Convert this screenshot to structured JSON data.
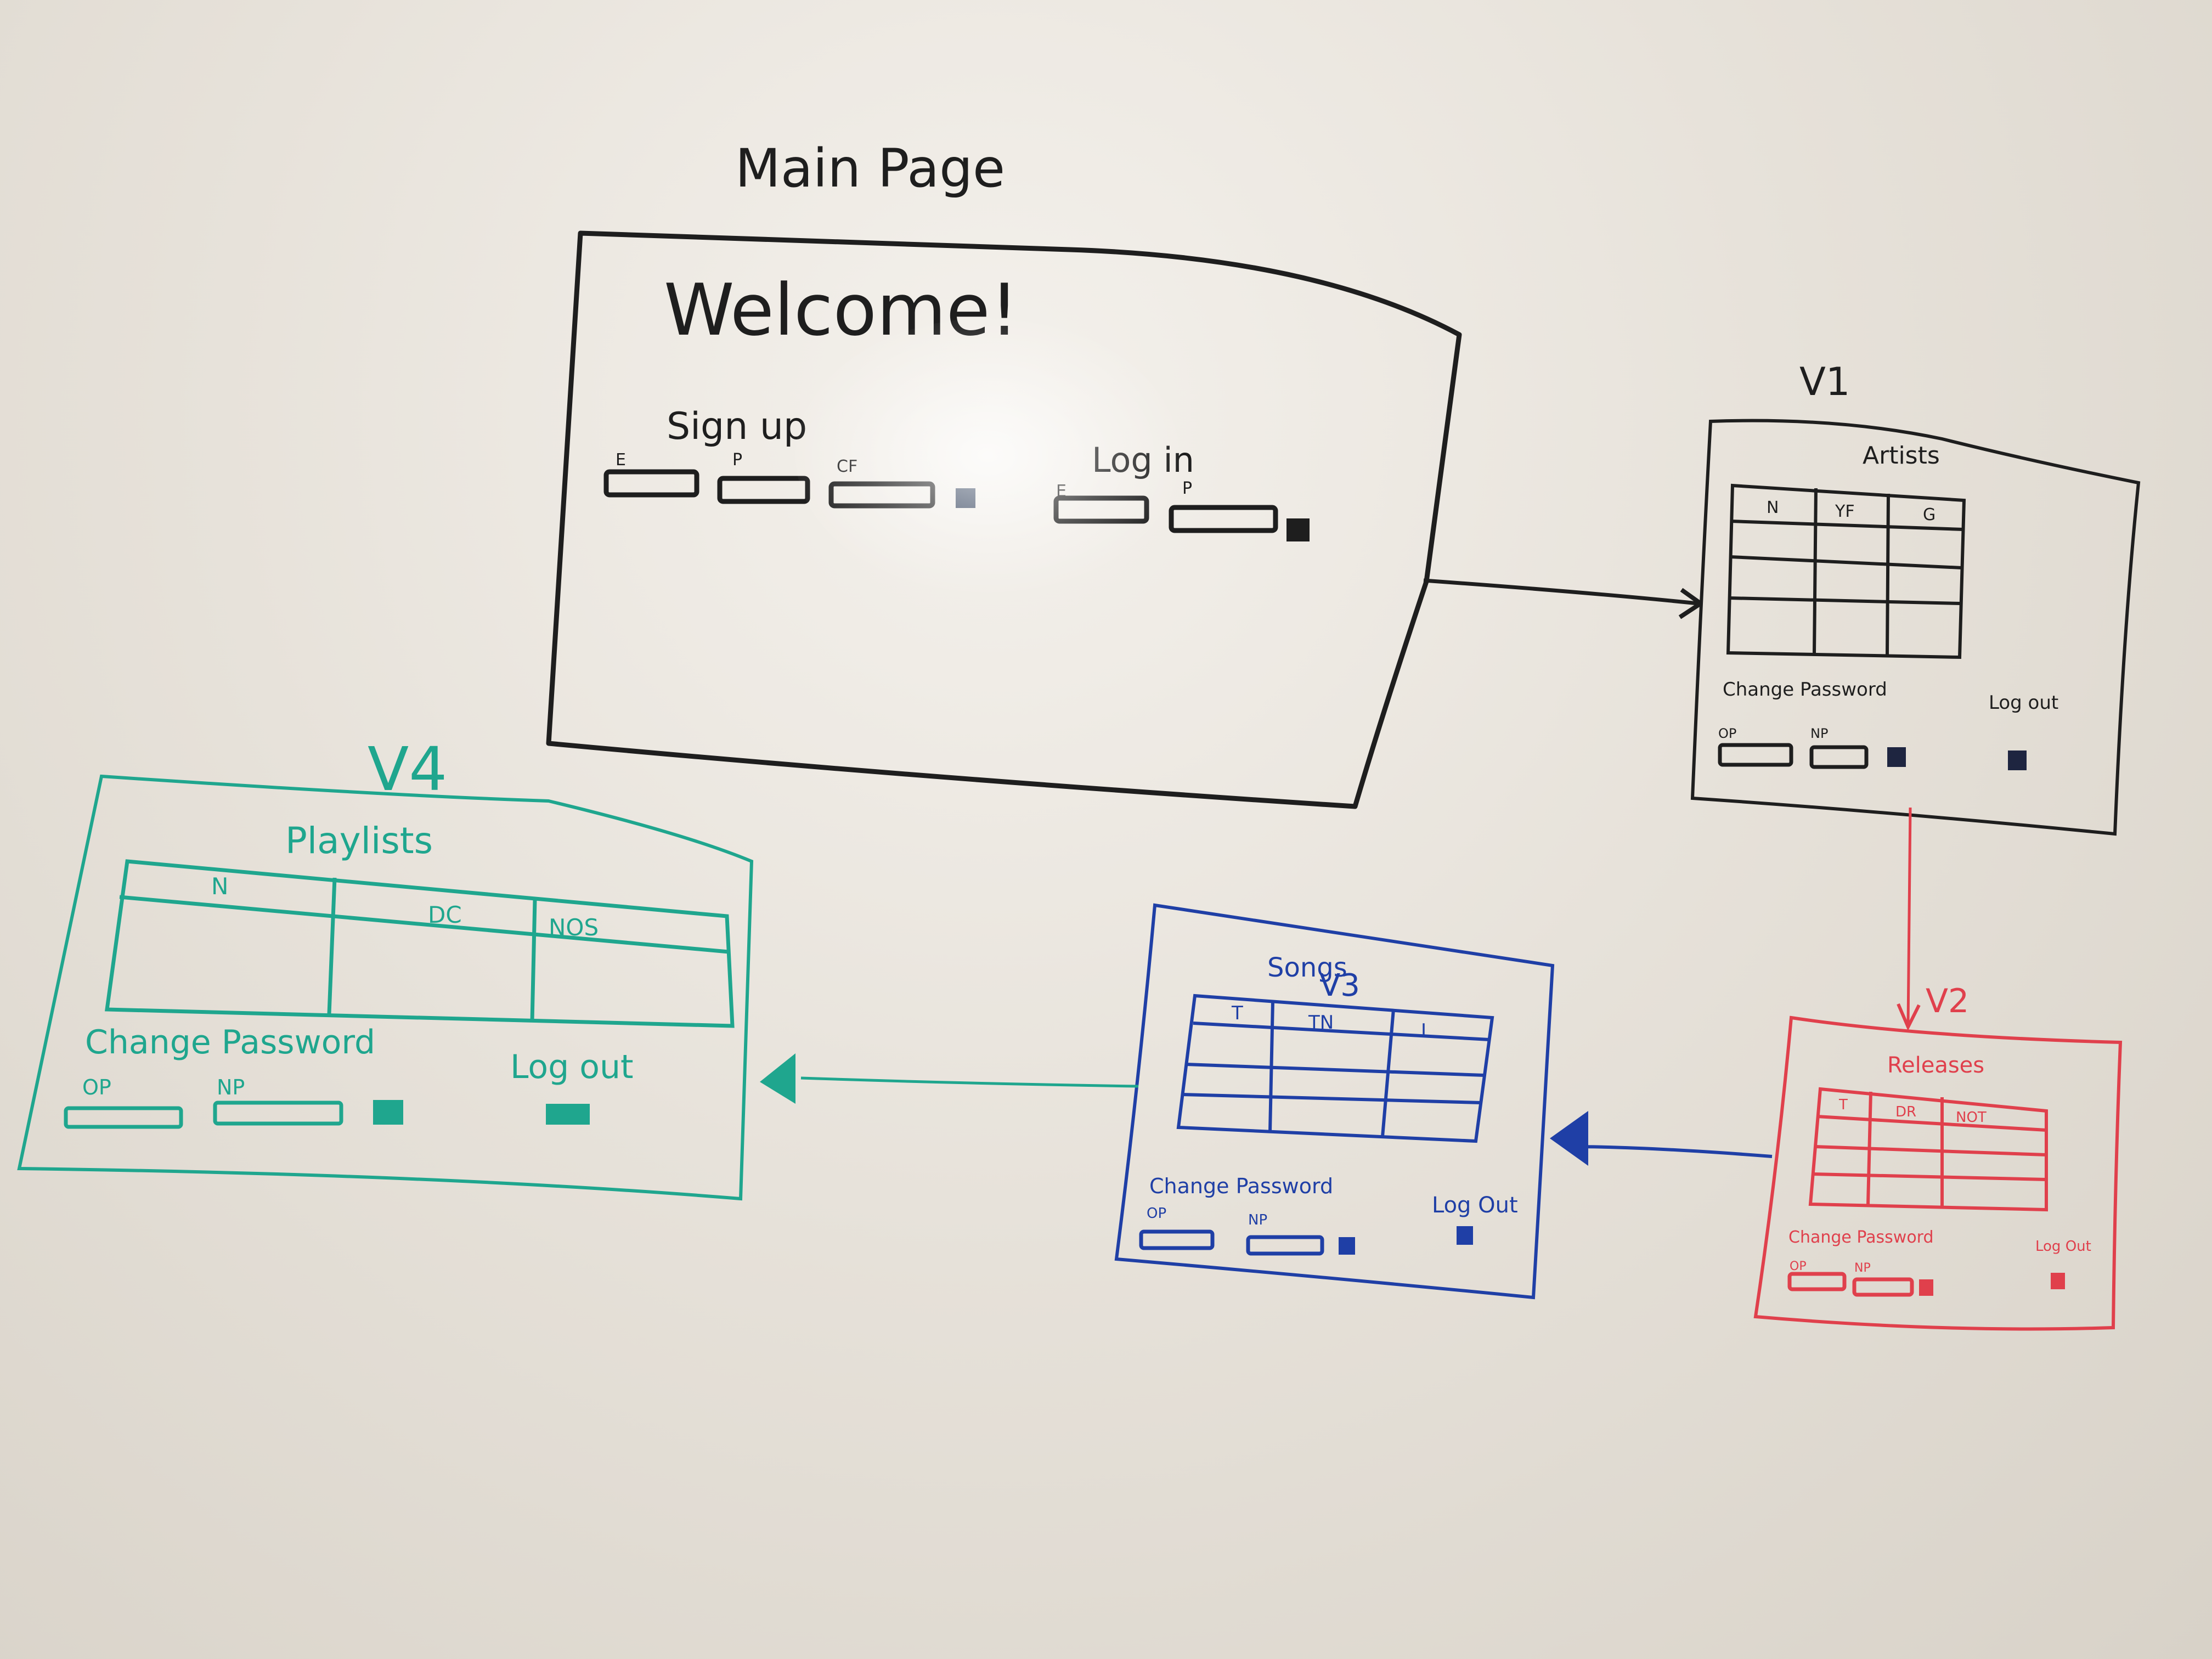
{
  "colors": {
    "black": "#1e1e1e",
    "red": "#e0404c",
    "blue": "#1f3fa6",
    "teal": "#1fa68e"
  },
  "main": {
    "heading": "Main Page",
    "welcome": "Welcome!",
    "signup_label": "Sign up",
    "signup_fields": [
      "E",
      "P",
      "CF"
    ],
    "login_label": "Log in",
    "login_fields": [
      "E",
      "P"
    ]
  },
  "v1": {
    "label": "V1",
    "title": "Artists",
    "columns": [
      "N",
      "YF",
      "G"
    ],
    "change_password": "Change Password",
    "old_password": "OP",
    "new_password": "NP",
    "logout": "Log out"
  },
  "v2": {
    "label": "V2",
    "title": "Releases",
    "columns": [
      "T",
      "DR",
      "NOT"
    ],
    "change_password": "Change Password",
    "old_password": "OP",
    "new_password": "NP",
    "logout": "Log Out"
  },
  "v3": {
    "label": "V3",
    "title": "Songs",
    "columns": [
      "T",
      "TN",
      "L"
    ],
    "change_password": "Change Password",
    "old_password": "OP",
    "new_password": "NP",
    "logout": "Log Out"
  },
  "v4": {
    "label": "V4",
    "title": "Playlists",
    "columns": [
      "N",
      "DC",
      "NOS"
    ],
    "change_password": "Change Password",
    "old_password": "OP",
    "new_password": "NP",
    "logout": "Log out"
  }
}
